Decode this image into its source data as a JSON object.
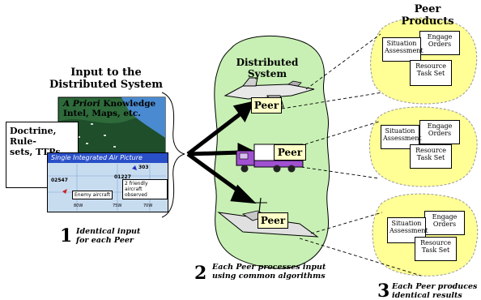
{
  "header": {
    "peer_products_title": "Peer Products",
    "input_title_line1": "Input to the",
    "input_title_line2": "Distributed System",
    "cloud_title_line1": "Distributed",
    "cloud_title_line2": "System"
  },
  "inputs": {
    "map_line1_italic": "A Priori",
    "map_line1_rest": " Knowledge",
    "map_line2": "Intel, Maps, etc.",
    "doctrine_line1": "Doctrine, Rule-",
    "doctrine_line2": "sets, TTPs",
    "sia_title": "Single Integrated Air Picture",
    "sia_track1": "303",
    "sia_track2": "01227",
    "sia_track3": "02547",
    "sia_callout1": "Enemy aircraft",
    "sia_callout2_line1": "2 friendly aircraft",
    "sia_callout2_line2": "observed",
    "sia_scale1": "80W",
    "sia_scale2": "75W",
    "sia_scale3": "70W"
  },
  "peers": [
    {
      "label": "Peer",
      "vehicle": "fighter-jet"
    },
    {
      "label": "Peer",
      "vehicle": "truck"
    },
    {
      "label": "Peer",
      "vehicle": "warship"
    }
  ],
  "product_docs": {
    "engage_line1": "Engage",
    "engage_line2": "Orders",
    "situation_line1": "Situation",
    "situation_line2": "Assessment",
    "resource_line1": "Resource",
    "resource_line2": "Task Set"
  },
  "captions": [
    {
      "number": "1",
      "line1": "Identical input",
      "line2": "for each Peer"
    },
    {
      "number": "2",
      "line1": "Each Peer processes input",
      "line2": "using common algorithms"
    },
    {
      "number": "3",
      "line1": "Each Peer produces",
      "line2": "identical results"
    }
  ],
  "colors": {
    "cloud_fill": "#c8f0b4",
    "product_blob_fill": "#ffff96",
    "peer_label_fill": "#ffffc8",
    "truck_cab": "#a050d0",
    "sia_header": "#2a50c8",
    "sia_map": "#c8dcf0"
  }
}
